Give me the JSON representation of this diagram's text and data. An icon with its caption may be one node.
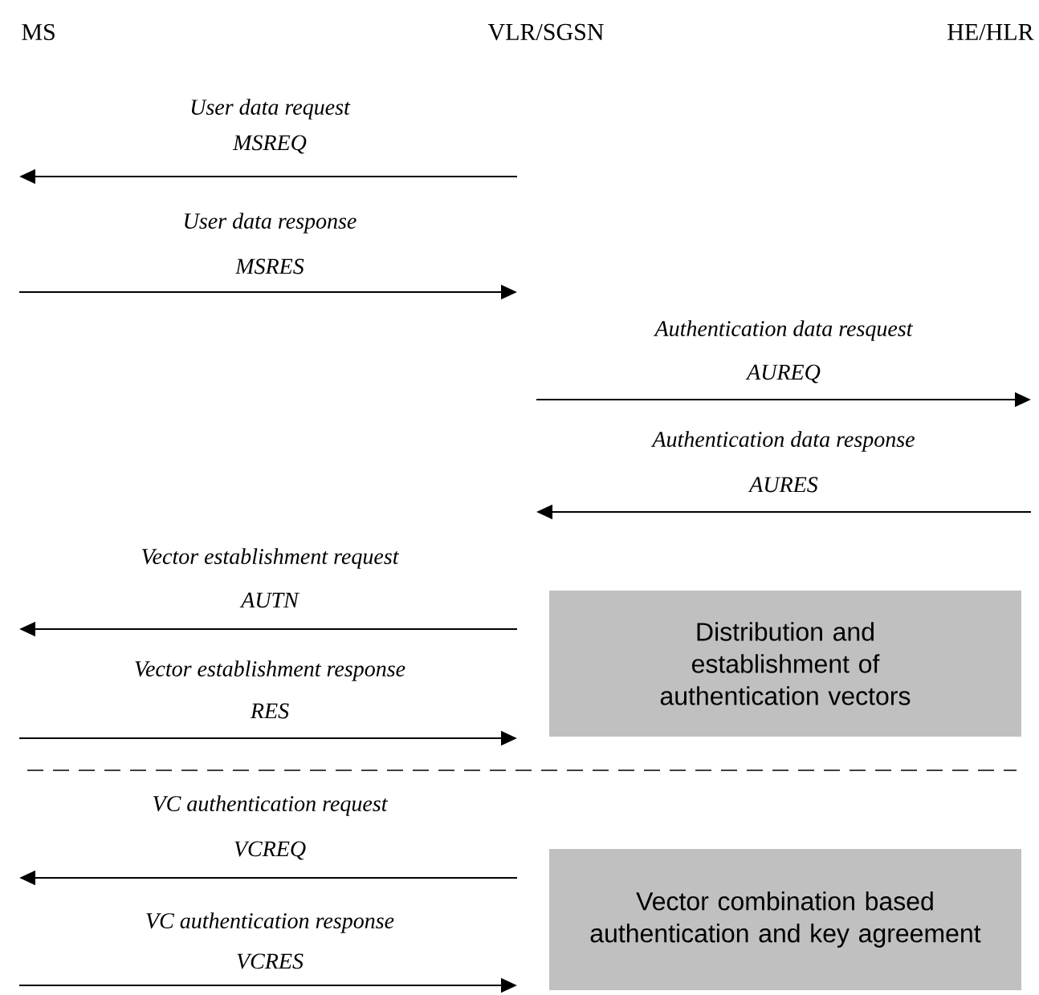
{
  "diagram": {
    "nodes": [
      {
        "text": [
          "MS"
        ]
      },
      {
        "text": [
          "VLR/SGSN"
        ]
      },
      {
        "text": [
          "HE/HLR"
        ]
      },
      {
        "text": [
          "Distribution and establishment of authentication vectors"
        ]
      },
      {
        "text": [
          "Vector combination based authentication and key agreement"
        ]
      }
    ],
    "labels": [
      "User data request",
      "MSREQ",
      "User data response",
      "MSRES",
      "Authentication data resquest",
      "AUREQ",
      "Authentication data response",
      "AURES",
      "Vector establishment request",
      "AUTN",
      "Vector establishment response",
      "RES",
      "VC authentication request",
      "VCREQ",
      "VC authentication response",
      "VCRES"
    ]
  }
}
